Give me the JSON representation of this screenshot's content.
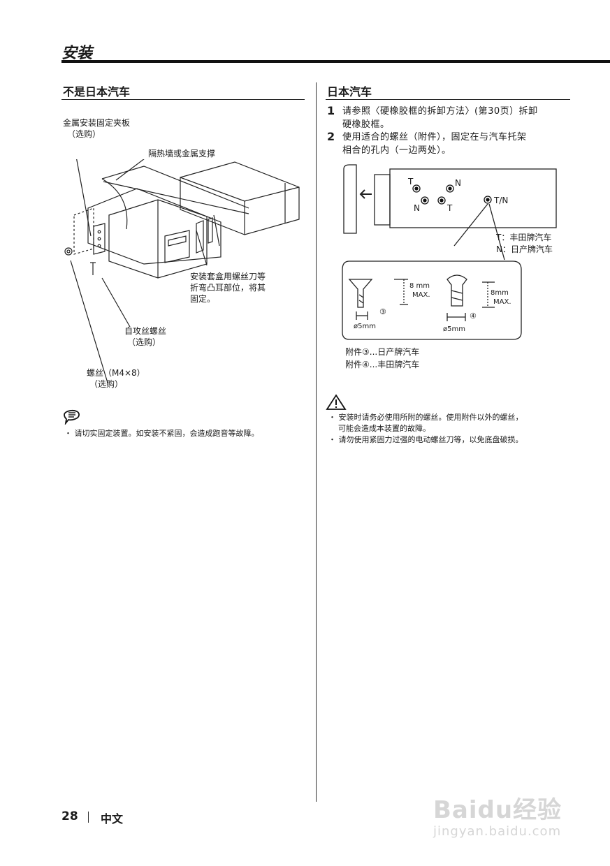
{
  "page": {
    "title": "安装"
  },
  "left": {
    "heading": "不是日本汽车",
    "labels": {
      "bracket_line1": "金属安装固定夹板",
      "bracket_line2": "（选购）",
      "firewall": "隔热墙或金属支撑",
      "bend_line1": "安装套盒用螺丝刀等",
      "bend_line2": "折弯凸耳部位，将其",
      "bend_line3": "固定。",
      "self_tap_line1": "自攻丝螺丝",
      "self_tap_line2": "（选购）",
      "screw_line1": "螺丝（M4×8）",
      "screw_line2": "（选购）"
    },
    "note": "・ 请切实固定装置。如安装不紧固，会造成跑音等故障。"
  },
  "right": {
    "heading": "日本汽车",
    "steps": [
      {
        "num": "1",
        "line1": "请参照〈硬橡胶框的拆卸方法〉(第30页）拆卸",
        "line2": "硬橡胶框。"
      },
      {
        "num": "2",
        "line1": "使用适合的螺丝（附件），固定在与汽车托架",
        "line2": "相合的孔内（一边两处）。"
      }
    ],
    "diagram": {
      "hole_labels": [
        "T",
        "N",
        "N",
        "T",
        "T/N"
      ],
      "legend_t": "T：丰田牌汽车",
      "legend_n": "N：日产牌汽车",
      "screw3_len": "8 mm",
      "screw3_max": "MAX.",
      "screw3_dia": "ø5mm",
      "screw3_num": "③",
      "screw4_len": "8mm",
      "screw4_max": "MAX.",
      "screw4_dia": "ø5mm",
      "screw4_num": "④",
      "accessory3": "附件③...日产牌汽车",
      "accessory4": "附件④...丰田牌汽车"
    },
    "caution": [
      "・ 安装时请务必使用所附的螺丝。使用附件以外的螺丝，",
      "可能会造成本装置的故障。",
      "・ 请勿使用紧固力过强的电动螺丝刀等，以免底盘破损。"
    ]
  },
  "footer": {
    "page_num": "28",
    "language": "中文"
  },
  "watermark": {
    "line1": "Baidu经验",
    "line2": "jingyan.baidu.com"
  }
}
